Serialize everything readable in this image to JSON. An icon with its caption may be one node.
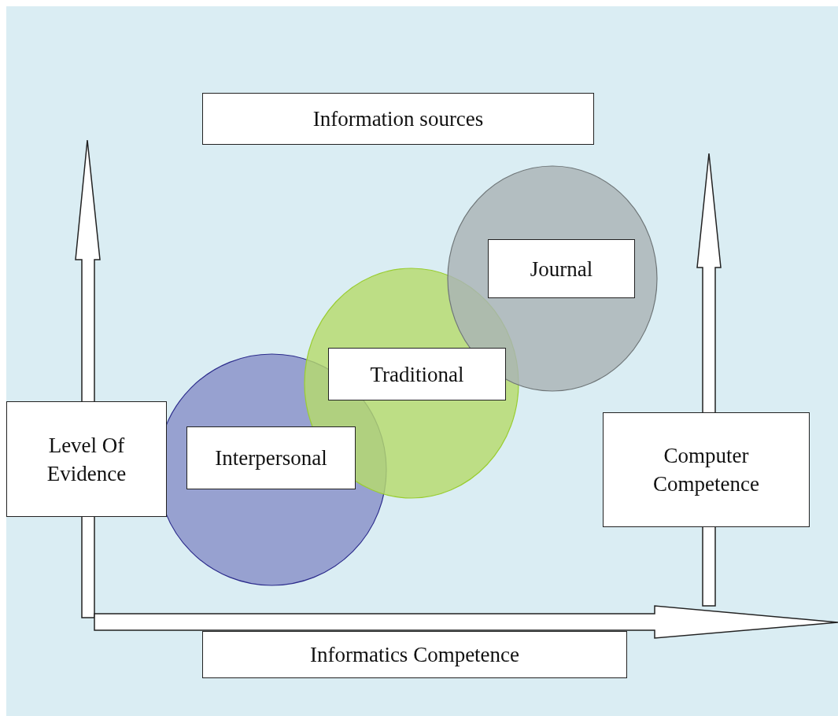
{
  "diagram": {
    "nodes": [
      {
        "text": [
          "Information sources"
        ]
      },
      {
        "text": [],
        "shape": "circle"
      },
      {
        "text": [
          "Interpersonal"
        ],
        "in": 1
      },
      {
        "text": [],
        "shape": "circle"
      },
      {
        "text": [
          "Traditional"
        ],
        "in": 3
      },
      {
        "text": [],
        "shape": "circle"
      },
      {
        "text": [
          "Journal"
        ],
        "in": 5
      },
      {
        "text": [
          "Level Of Evidence"
        ]
      },
      {
        "text": [
          "Computer Competence"
        ]
      },
      {
        "text": [
          "Informatics Competence"
        ]
      }
    ]
  }
}
